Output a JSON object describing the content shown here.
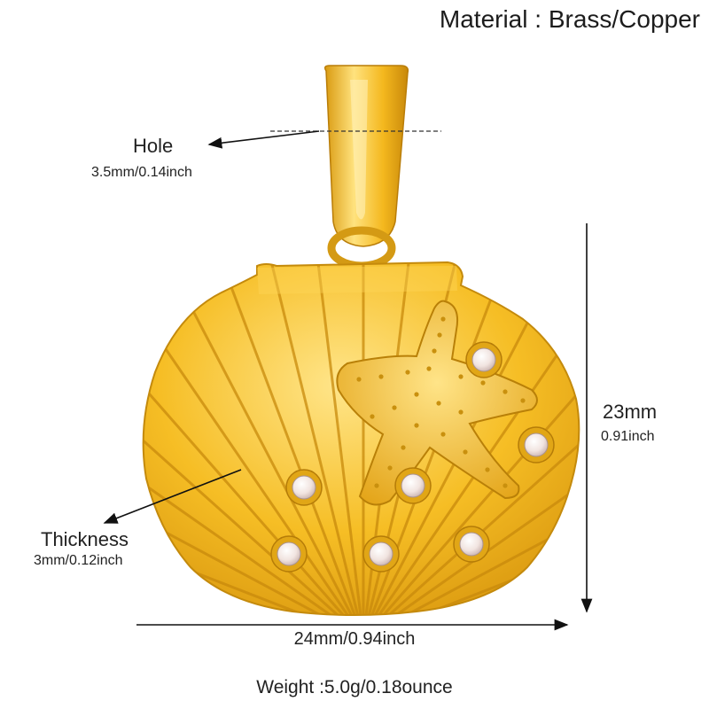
{
  "material": "Material : Brass/Copper",
  "hole": {
    "label": "Hole",
    "size": "3.5mm/0.14inch"
  },
  "thickness": {
    "label": "Thickness",
    "size": "3mm/0.12inch"
  },
  "height": {
    "label": "23mm",
    "size": "0.91inch"
  },
  "width": {
    "label": "24mm/0.94inch"
  },
  "weight": "Weight :5.0g/0.18ounce",
  "colors": {
    "gold": "#f2b418",
    "gold_light": "#ffe07a",
    "gold_dark": "#c68a0a",
    "gem": "#f3e6e2"
  }
}
